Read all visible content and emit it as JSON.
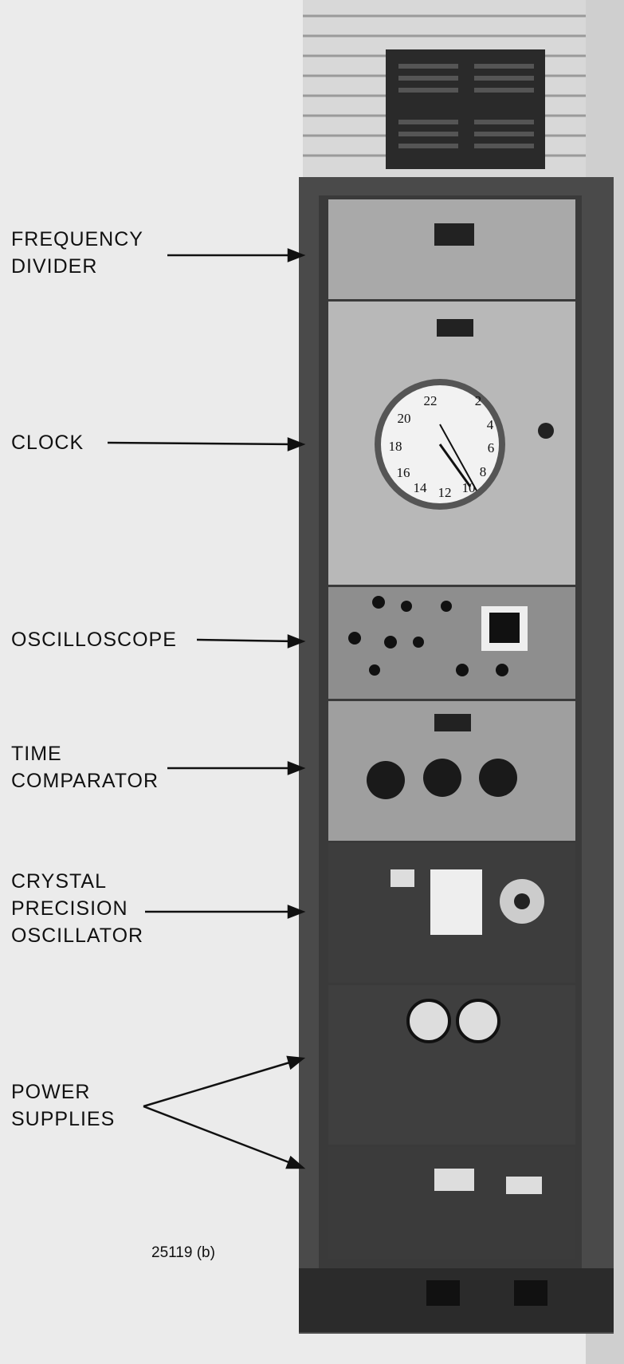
{
  "labels": {
    "frequency_divider": [
      "FREQUENCY",
      "DIVIDER"
    ],
    "clock": "CLOCK",
    "oscilloscope": "OSCILLOSCOPE",
    "time_comparator": [
      "TIME",
      "COMPARATOR"
    ],
    "crystal_oscillator": [
      "CRYSTAL",
      "PRECISION",
      "OSCILLATOR"
    ],
    "power_supplies": [
      "POWER",
      "SUPPLIES"
    ]
  },
  "caption": "25119 (b)",
  "clock_face": [
    "22",
    "2",
    "20",
    "4",
    "18",
    "6",
    "16",
    "8",
    "14",
    "12",
    "10"
  ]
}
